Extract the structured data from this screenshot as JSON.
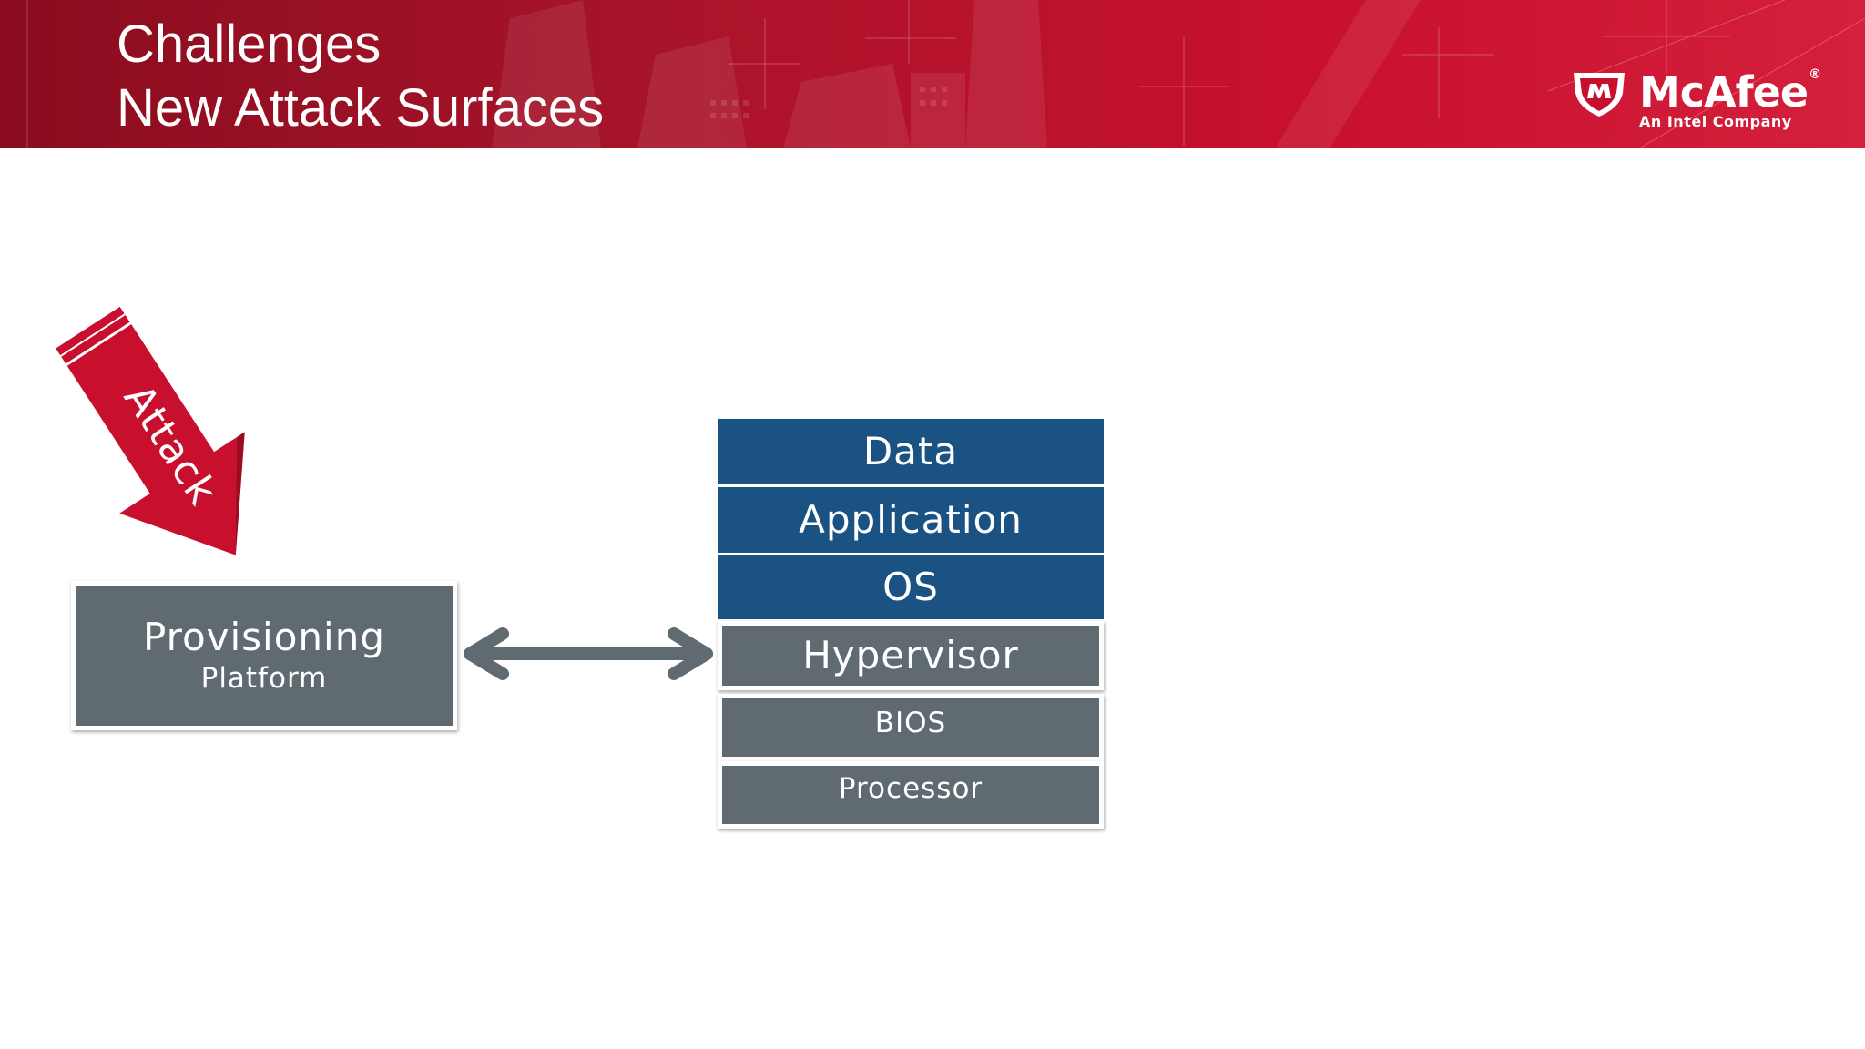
{
  "header": {
    "title_line1": "Challenges",
    "title_line2": "New Attack Surfaces",
    "brand_name": "McAfee",
    "brand_tagline": "An Intel Company"
  },
  "diagram": {
    "attack_label": "Attack",
    "platform_title": "Provisioning",
    "platform_subtitle": "Platform",
    "stack": {
      "data": "Data",
      "application": "Application",
      "os": "OS",
      "hypervisor": "Hypervisor",
      "bios": "BIOS",
      "processor": "Processor"
    }
  },
  "colors": {
    "banner_red": "#c8102e",
    "attack_red": "#c8102e",
    "stack_blue": "#1a5284",
    "stack_gray": "#5f6a71",
    "arrow_gray": "#5f6a71"
  }
}
